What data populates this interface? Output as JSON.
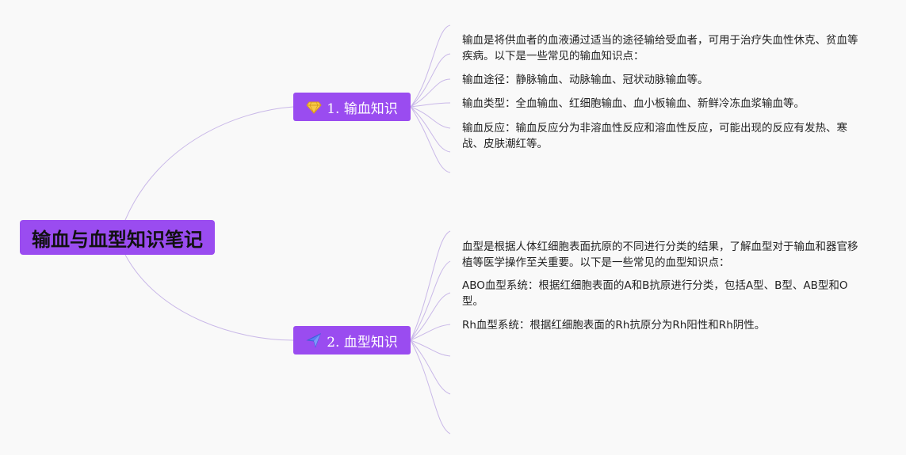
{
  "root": {
    "title": "输血与血型知识笔记"
  },
  "branches": [
    {
      "label": "1. 输血知识",
      "icon": "diamond-icon",
      "items": [
        "输血是将供血者的血液通过适当的途径输给受血者，可用于治疗失血性休克、贫血等疾病。以下是一些常见的输血知识点：",
        "输血途径：静脉输血、动脉输血、冠状动脉输血等。",
        "输血类型：全血输血、红细胞输血、血小板输血、新鲜冷冻血浆输血等。",
        "输血反应：输血反应分为非溶血性反应和溶血性反应，可能出现的反应有发热、寒战、皮肤潮红等。"
      ]
    },
    {
      "label": "2. 血型知识",
      "icon": "flag-icon",
      "items": [
        "血型是根据人体红细胞表面抗原的不同进行分类的结果，了解血型对于输血和器官移植等医学操作至关重要。以下是一些常见的血型知识点：",
        "ABO血型系统：根据红细胞表面的A和B抗原进行分类，包括A型、B型、AB型和O型。",
        "Rh血型系统：根据红细胞表面的Rh抗原分为Rh阳性和Rh阴性。"
      ]
    }
  ],
  "colors": {
    "node": "#9a4cf0",
    "connector": "#c9b8e8",
    "background": "#f9f9f9"
  }
}
